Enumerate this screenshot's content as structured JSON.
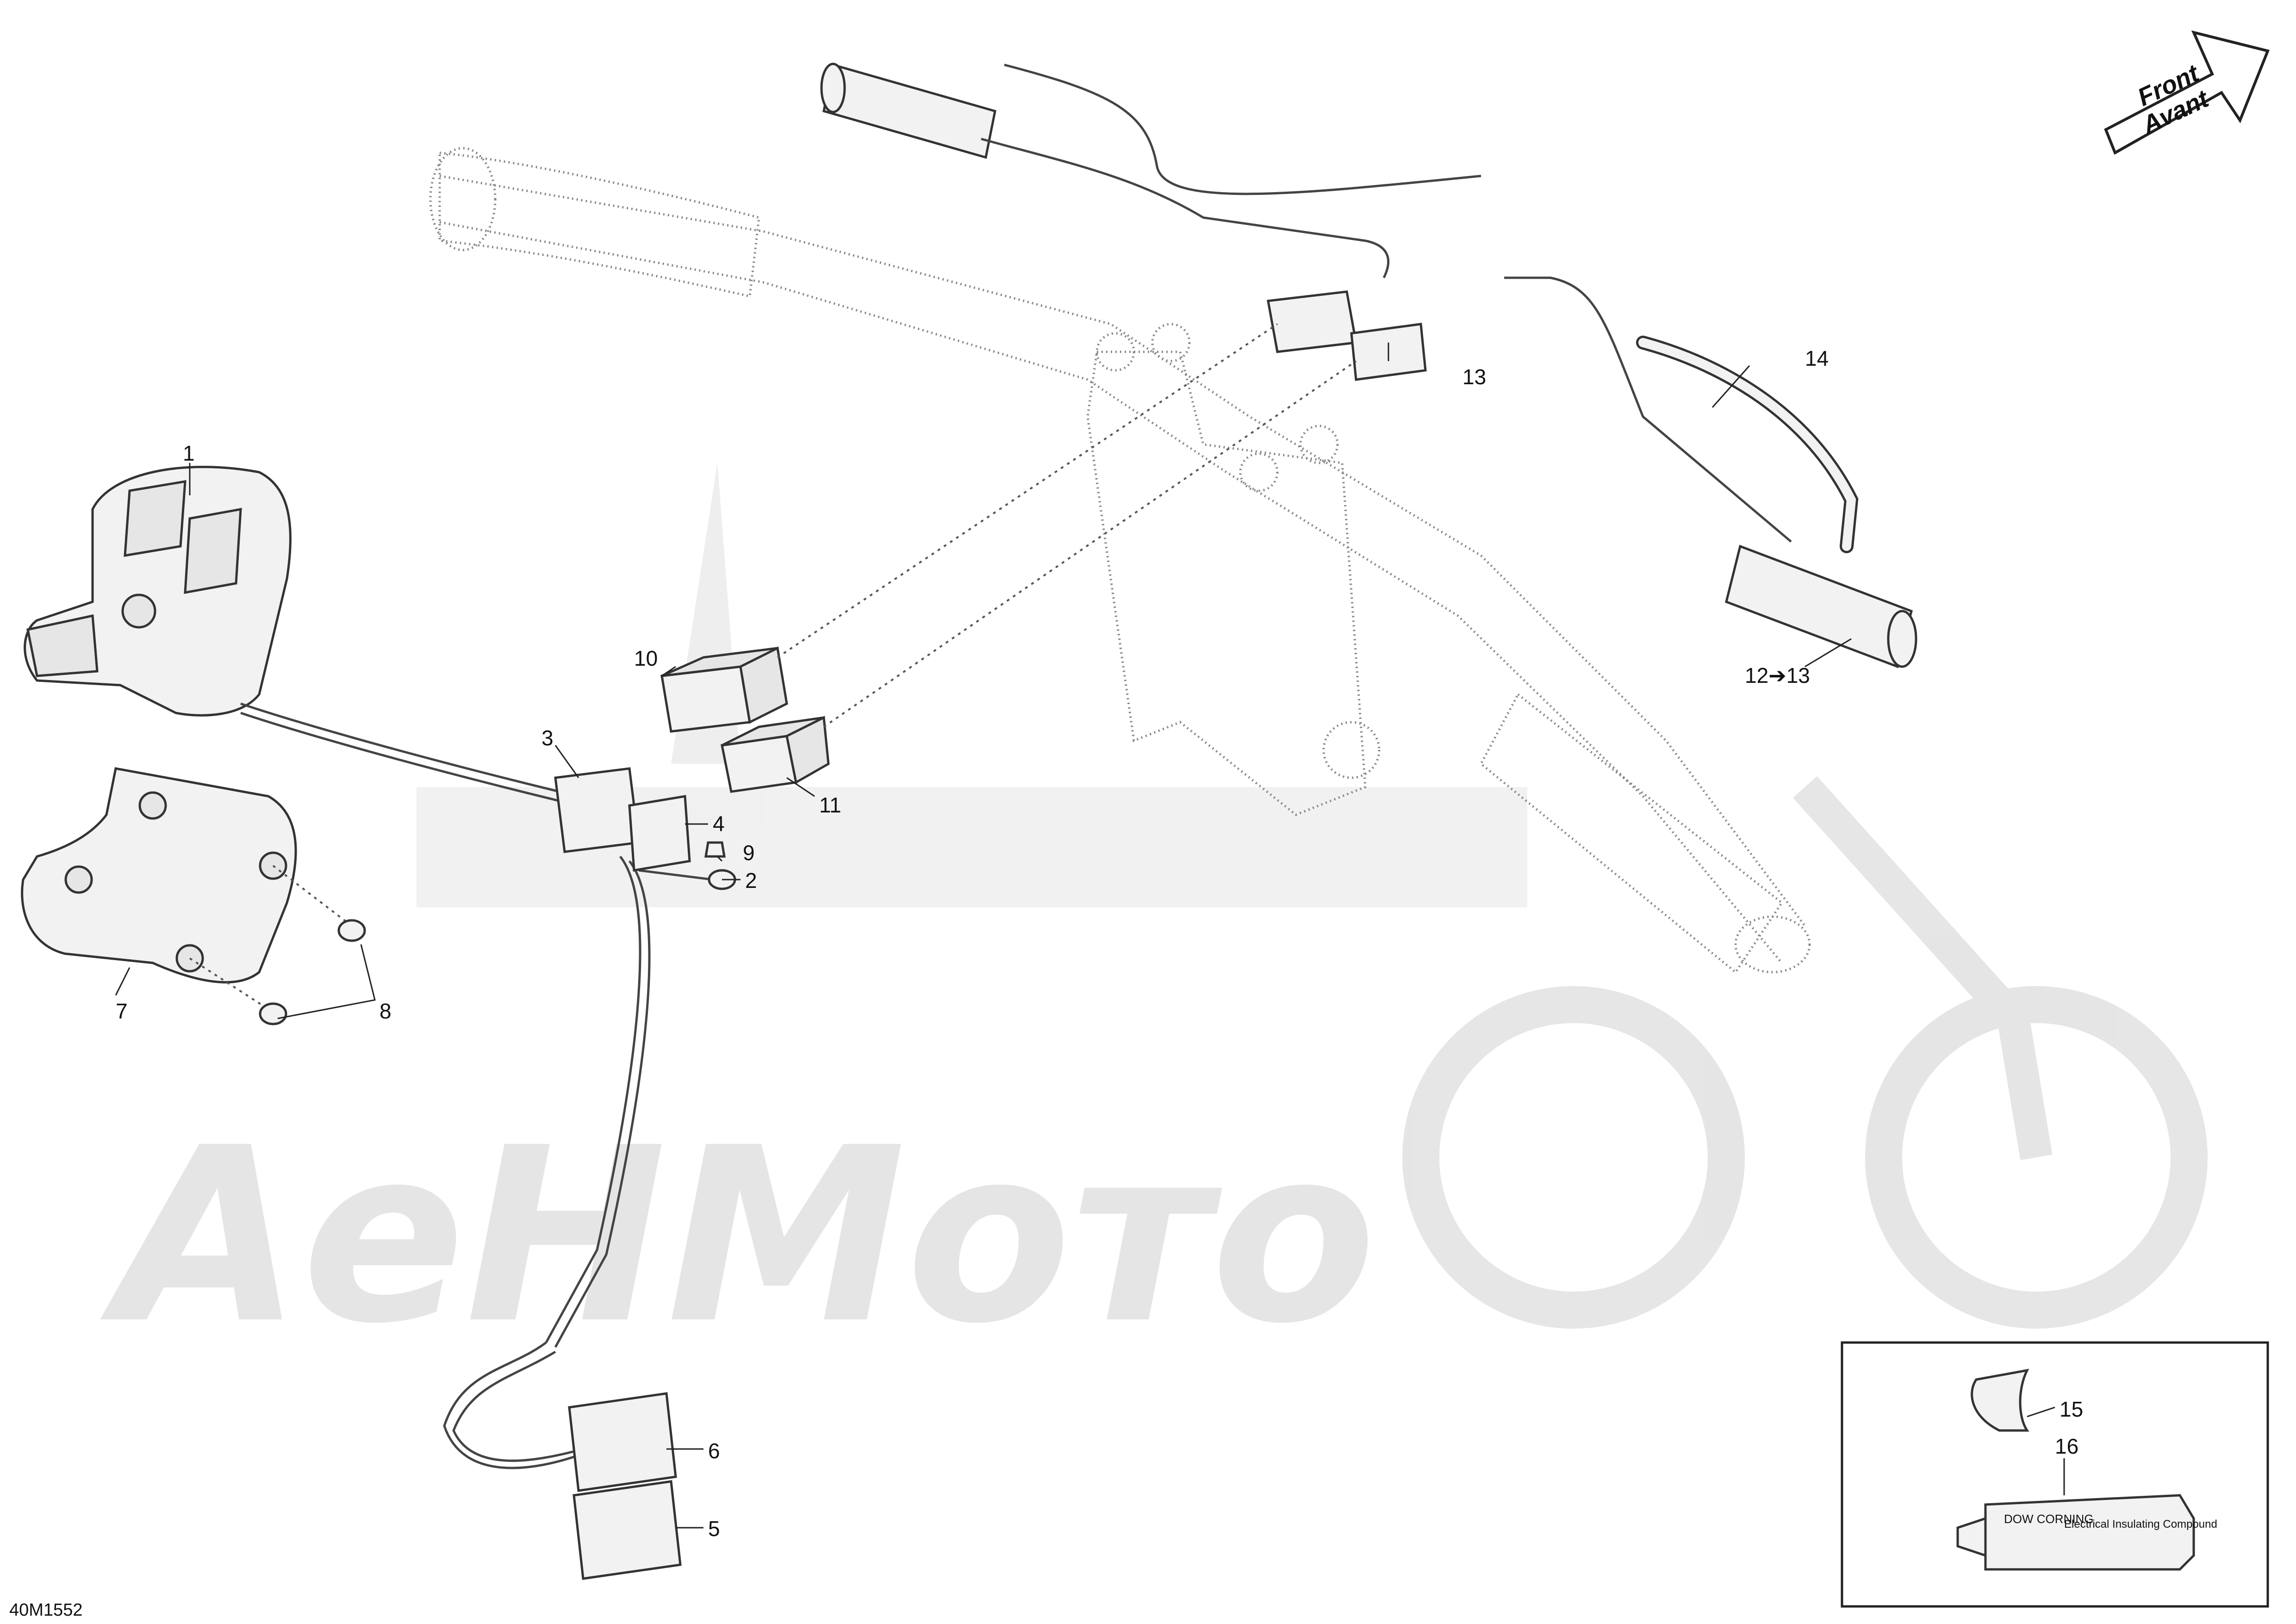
{
  "diagram_id": "40M1552",
  "front_arrow": {
    "line1": "Front",
    "line2": "Avant"
  },
  "watermark": "AeHMoто",
  "callouts": [
    {
      "id": "c1",
      "label": "1"
    },
    {
      "id": "c2",
      "label": "2"
    },
    {
      "id": "c3",
      "label": "3"
    },
    {
      "id": "c4",
      "label": "4"
    },
    {
      "id": "c5",
      "label": "5"
    },
    {
      "id": "c6",
      "label": "6"
    },
    {
      "id": "c7",
      "label": "7"
    },
    {
      "id": "c8",
      "label": "8"
    },
    {
      "id": "c9",
      "label": "9"
    },
    {
      "id": "c10",
      "label": "10"
    },
    {
      "id": "c11",
      "label": "11"
    },
    {
      "id": "c12",
      "label": "12➔13"
    },
    {
      "id": "c13",
      "label": "13"
    },
    {
      "id": "c14",
      "label": "14"
    },
    {
      "id": "c15",
      "label": "15"
    },
    {
      "id": "c16",
      "label": "16"
    }
  ],
  "inset": {
    "tube_brand": "DOW CORNING",
    "tube_product": "Electrical Insulating Compound"
  }
}
